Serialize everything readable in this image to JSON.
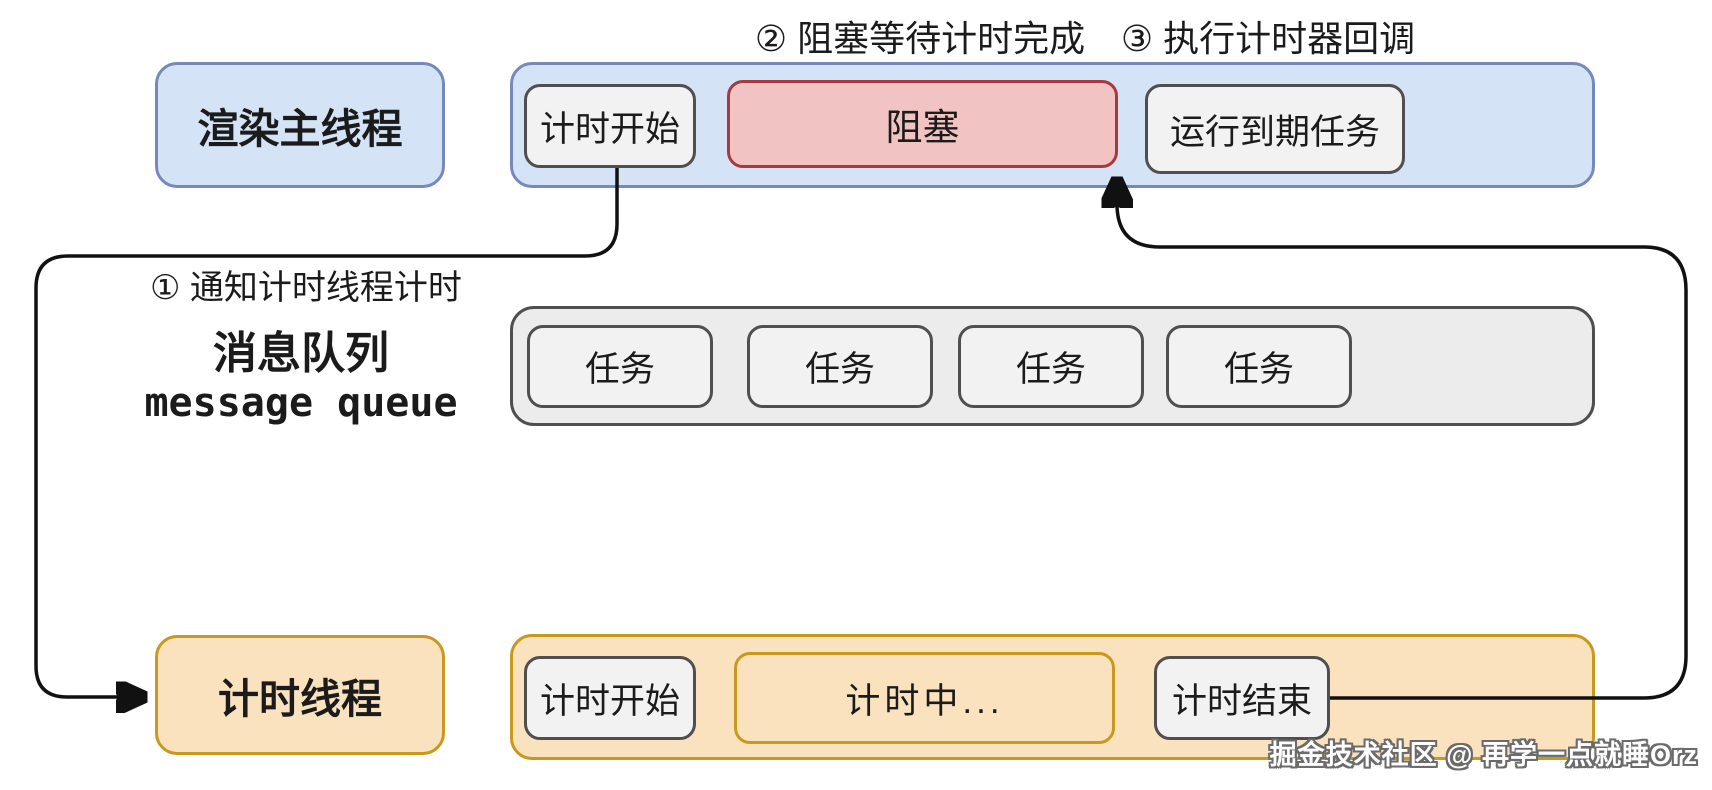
{
  "colors": {
    "blue-fill": "#d5e3f7",
    "blue-border": "#7589bb",
    "red-fill": "#f2c3c3",
    "red-border": "#a63a40",
    "gray-fill": "#f2f2f2",
    "gray-border": "#4f4f4f",
    "queue-fill": "#ececec",
    "orange-fill": "#fbe2be",
    "orange-border": "#c8981f",
    "line": "#111111",
    "text": "#1b1b1b"
  },
  "annotations": {
    "step1": "① 通知计时线程计时",
    "step2": "② 阻塞等待计时完成",
    "step3": "③ 执行计时器回调"
  },
  "main_thread": {
    "label": "渲染主线程",
    "timeline": {
      "start": "计时开始",
      "block": "阻塞",
      "run_expired": "运行到期任务"
    }
  },
  "message_queue": {
    "label_zh": "消息队列",
    "label_en": "message queue",
    "tasks": [
      "任务",
      "任务",
      "任务",
      "任务"
    ]
  },
  "timer_thread": {
    "label": "计时线程",
    "timeline": {
      "start": "计时开始",
      "timing": "计时中...",
      "end": "计时结束"
    }
  },
  "watermark": "掘金技术社区 @ 再学一点就睡Orz"
}
